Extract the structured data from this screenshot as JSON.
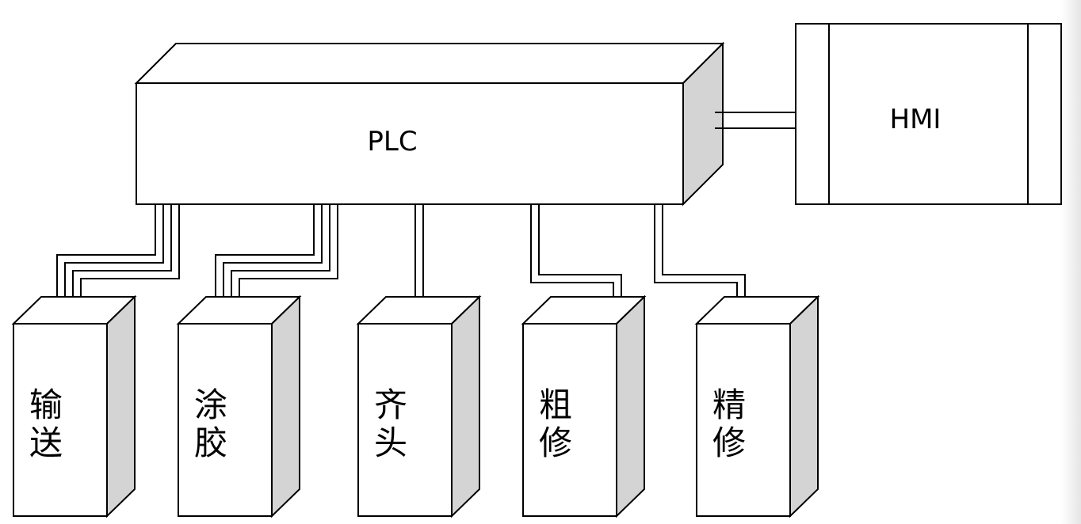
{
  "plc": {
    "label": "PLC"
  },
  "hmi": {
    "label": "HMI"
  },
  "modules": [
    {
      "id": "conveyor",
      "chars": [
        "输",
        "送"
      ]
    },
    {
      "id": "gluing",
      "chars": [
        "涂",
        "胶"
      ]
    },
    {
      "id": "aligning",
      "chars": [
        "齐",
        "头"
      ]
    },
    {
      "id": "rough-trim",
      "chars": [
        "粗",
        "修"
      ]
    },
    {
      "id": "fine-trim",
      "chars": [
        "精",
        "修"
      ]
    }
  ],
  "colors": {
    "stroke": "#000000",
    "face": "#ffffff",
    "side": "#d4d4d4"
  }
}
